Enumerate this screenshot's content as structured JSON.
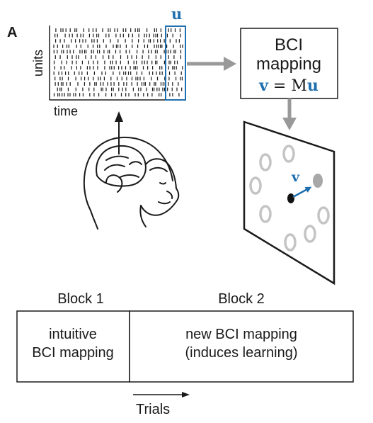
{
  "panel_label": "A",
  "raster": {
    "y_label": "units",
    "x_label": "time",
    "window_label": "u"
  },
  "bci_box": {
    "line1": "BCI",
    "line2": "mapping",
    "eq_lhs": "v",
    "eq_op": " = ",
    "eq_m": "M",
    "eq_u": "u"
  },
  "screen": {
    "velocity_label": "v"
  },
  "blocks": {
    "block1_title": "Block 1",
    "block2_title": "Block 2",
    "block1_line1": "intuitive",
    "block1_line2": "BCI mapping",
    "block2_line1": "new BCI mapping",
    "block2_line2": "(induces learning)"
  },
  "trials_label": "Trials",
  "colors": {
    "accent_blue": "#1f6fae",
    "arrow_gray": "#999999",
    "target_gray": "#c4c4c4",
    "cursor_gray": "#a8a8a8"
  }
}
